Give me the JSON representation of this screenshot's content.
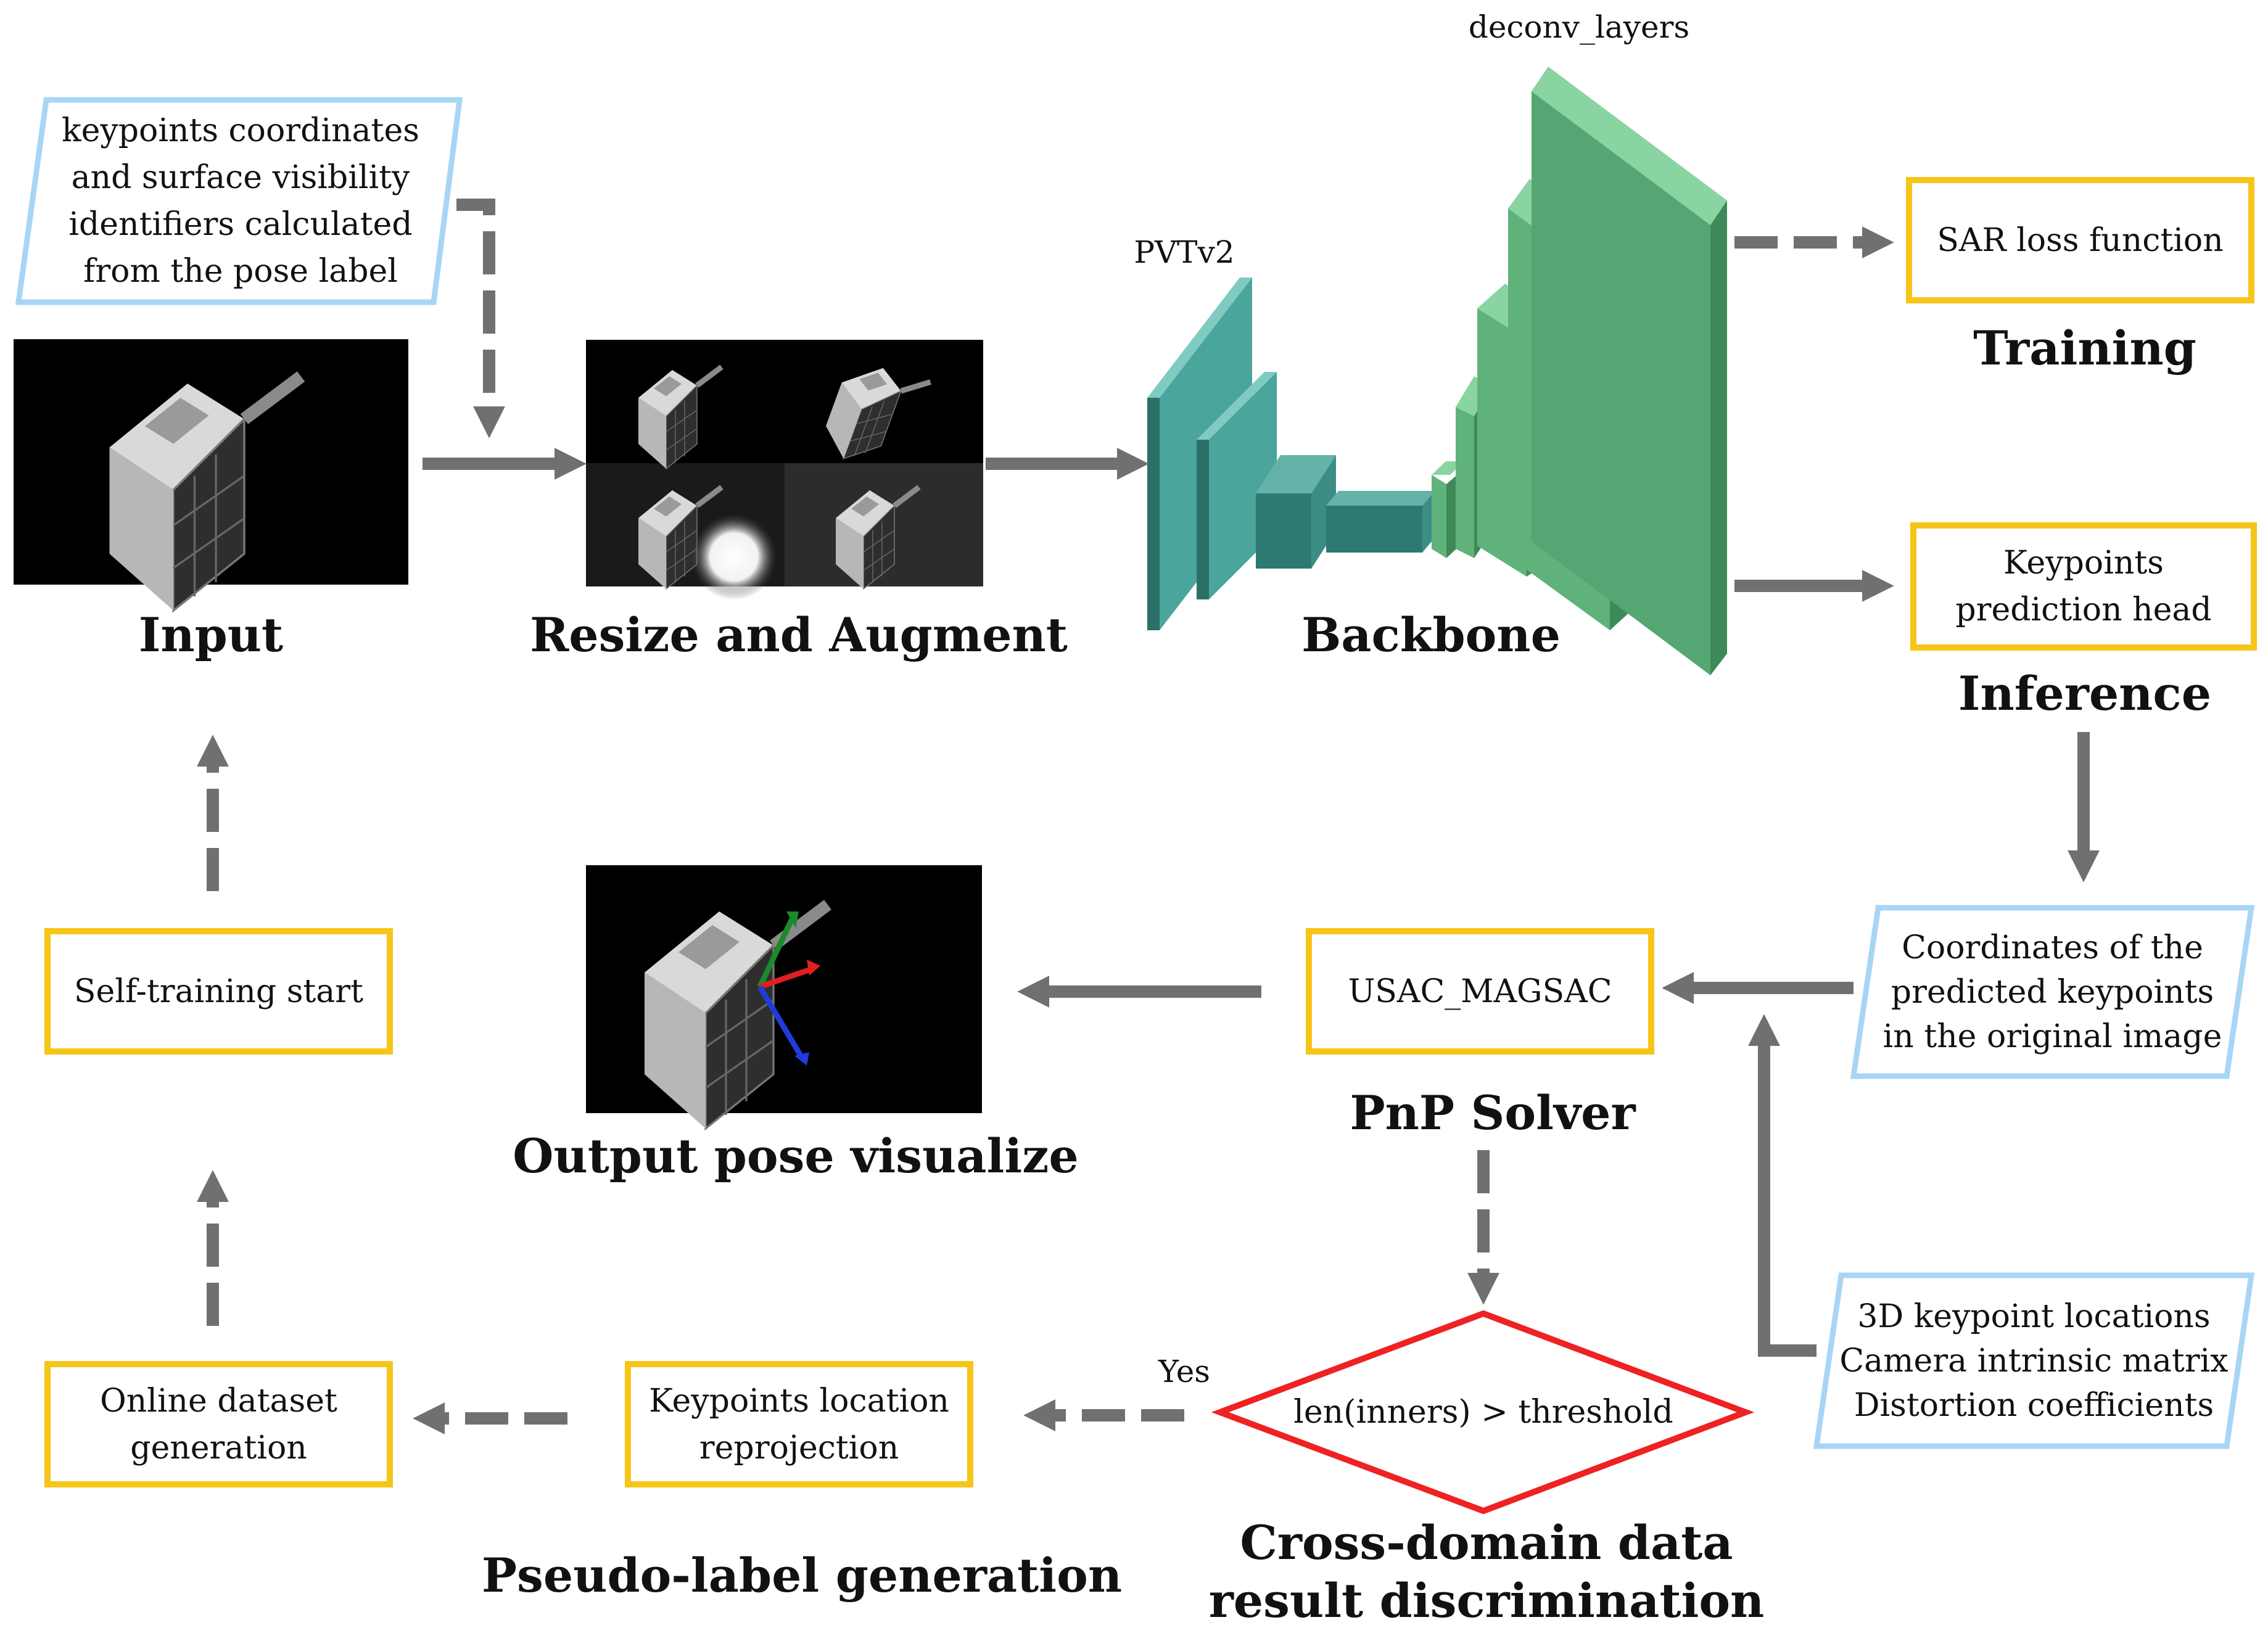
{
  "colors": {
    "arrow": "#707070",
    "box_border_yellow": "#f5c518",
    "box_border_blue": "#a9d5f5",
    "diamond_border": "#ee2222",
    "encoder_teal": "#4aa69c",
    "decoder_green": "#4e9e6a"
  },
  "input_note": {
    "lines": [
      "keypoints coordinates",
      "and surface visibility",
      "identifiers calculated",
      "from the pose label"
    ]
  },
  "stages": {
    "input": "Input",
    "resize_augment": "Resize and Augment",
    "backbone": "Backbone",
    "encoder_label": "PVTv2",
    "decoder_label": "deconv_layers",
    "training": "Training",
    "inference": "Inference",
    "output_pose": "Output pose visualize",
    "pnp_solver": "PnP Solver",
    "pseudo_label_generation": "Pseudo-label generation",
    "cross_domain": [
      "Cross-domain data",
      "result discrimination"
    ]
  },
  "boxes": {
    "sar_loss": "SAR loss function",
    "keypoints_head": [
      "Keypoints",
      "prediction head"
    ],
    "coordinates": [
      "Coordinates of the",
      "predicted keypoints",
      "in the original image"
    ],
    "usac": "USAC_MAGSAC",
    "camera_info": [
      "3D keypoint locations",
      "Camera intrinsic matrix",
      "Distortion coefficients"
    ],
    "self_training": "Self-training start",
    "online_dataset": [
      "Online dataset",
      "generation"
    ],
    "reprojection": [
      "Keypoints location",
      "reprojection"
    ],
    "condition": "len(inners) > threshold",
    "yes_label": "Yes"
  },
  "icons": [
    "satellite-image",
    "augmented-image-grid",
    "pose-axes-image",
    "neural-network-3d"
  ]
}
